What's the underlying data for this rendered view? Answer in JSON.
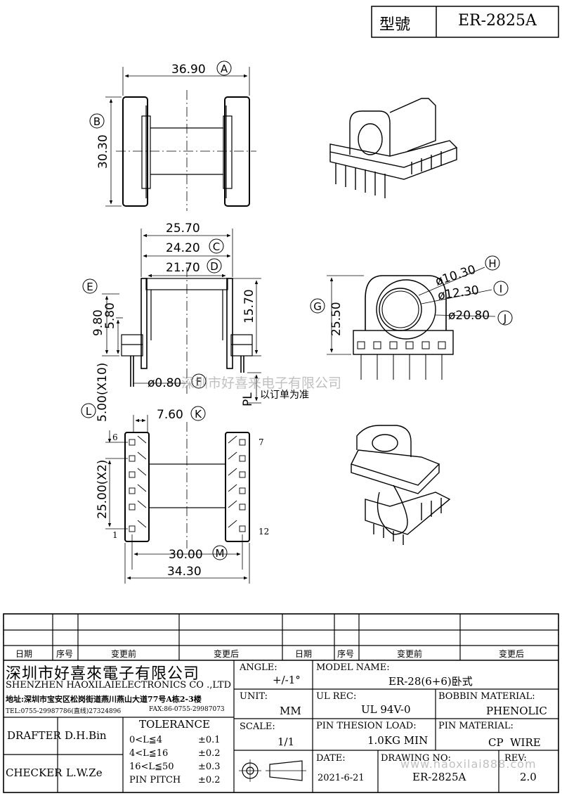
{
  "title_block": {
    "model_label": "型號",
    "model_value": "ER-2825A"
  },
  "dimensions": {
    "A": {
      "value": "36.90",
      "tag": "A"
    },
    "B": {
      "value": "30.30",
      "tag": "B"
    },
    "overall_width": "25.70",
    "C": {
      "value": "24.20",
      "tag": "C"
    },
    "D": {
      "value": "21.70",
      "tag": "D"
    },
    "E": {
      "value": "9.80",
      "tag": "E"
    },
    "h58": "5.80",
    "h157": "15.70",
    "G": {
      "value": "25.50",
      "tag": "G"
    },
    "H": {
      "value": "ø10.30",
      "tag": "H"
    },
    "I": {
      "value": "ø12.30",
      "tag": "I"
    },
    "J": {
      "value": "ø20.80",
      "tag": "J"
    },
    "F": {
      "value": "ø0.80",
      "tag": "F"
    },
    "PL": "PL",
    "pl_note": "以订单为准",
    "K": {
      "value": "7.60",
      "tag": "K"
    },
    "L": {
      "value": "5.00(X10)",
      "tag": "L"
    },
    "pitch2": "25.00(X2)",
    "M": {
      "value": "30.00",
      "tag": "M"
    },
    "overall_34": "34.30",
    "pin6": "6",
    "pin7": "7",
    "pin1": "1",
    "pin12": "12"
  },
  "revision_headers": [
    "日期",
    "序号",
    "变更前",
    "变更后",
    "日期",
    "序号",
    "变更前",
    "变更后"
  ],
  "company": {
    "name_cn": "深圳市好喜來電子有限公司",
    "name_en": "SHENZHEN HAOXILAIELECTRONICS CO .,LTD",
    "address": "地址:深圳市宝安区松岗街道燕川燕山大道77号A栋2-3楼",
    "tel": "TEL:0755-29987786(直线)27324896",
    "fax": "FAX:86-0755-29987073"
  },
  "sign": {
    "drafter_label": "DRAFTER",
    "drafter_value": "D.H.Bin",
    "checker_label": "CHECKER",
    "checker_value": "L.W.Ze"
  },
  "tolerance": {
    "title": "TOLERANCE",
    "rows": [
      {
        "range": "0<L≦4",
        "value": "±0.1"
      },
      {
        "range": "4<L≦16",
        "value": "±0.2"
      },
      {
        "range": "16<L≦50",
        "value": "±0.3"
      },
      {
        "range": "PIN PITCH",
        "value": "±0.2"
      }
    ]
  },
  "specs": {
    "angle_label": "ANGLE:",
    "angle_value": "+/-1°",
    "unit_label": "UNIT:",
    "unit_value": "MM",
    "scale_label": "SCALE:",
    "scale_value": "1/1",
    "model_name_label": "MODEL NAME:",
    "model_name_value": "ER-28(6+6)卧式",
    "ul_label": "UL REC:",
    "ul_value": "UL 94V-0",
    "bobbin_label": "BOBBIN MATERIAL:",
    "bobbin_value": "PHENOLIC",
    "pin_load_label": "PIN THESION LOAD:",
    "pin_load_value": "1.0KG MIN",
    "pin_mat_label": "PIN MATERIAL:",
    "pin_mat_value": "CP  WIRE",
    "date_label": "DATE:",
    "date_value": "2021-6-21",
    "drawing_no_label": "DRAWING NO:",
    "drawing_no_value": "ER-2825A",
    "rev_label": "REV:",
    "rev_value": "2.0"
  },
  "watermarks": {
    "company": "深圳市好喜来电子有限公司",
    "website": "www.haoxilai888.com"
  }
}
